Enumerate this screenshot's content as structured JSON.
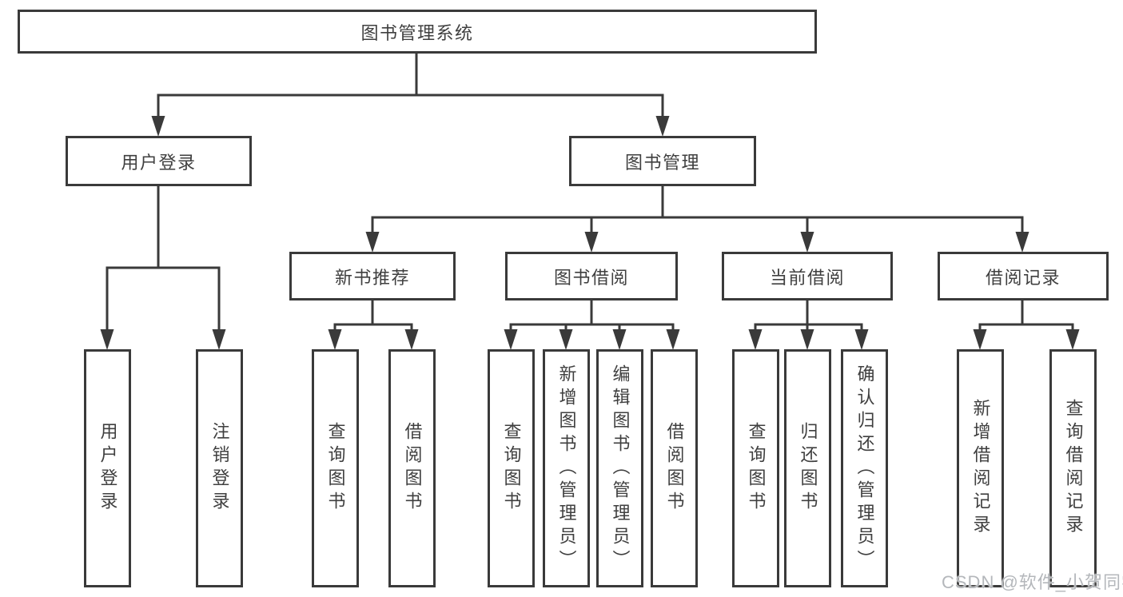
{
  "colors": {
    "line": "#3a3a3a",
    "text": "#3f3f3f",
    "background": "#ffffff",
    "watermark": "#b4b7bb"
  },
  "nodes": {
    "root": "图书管理系统",
    "user_login": "用户登录",
    "book_management": "图书管理",
    "new_book_recommend": "新书推荐",
    "book_borrow": "图书借阅",
    "current_borrow": "当前借阅",
    "borrow_records": "借阅记录",
    "leaves": {
      "user_login": [
        "用户登录",
        "注销登录"
      ],
      "new_book_recommend": [
        "查询图书",
        "借阅图书"
      ],
      "book_borrow": [
        "查询图书",
        "新增图书（管理员）",
        "编辑图书（管理员）",
        "借阅图书"
      ],
      "current_borrow": [
        "查询图书",
        "归还图书",
        "确认归还（管理员）"
      ],
      "borrow_records": [
        "新增借阅记录",
        "查询借阅记录"
      ]
    }
  },
  "watermark": {
    "text": "CSDN @软件_小贺同学"
  }
}
